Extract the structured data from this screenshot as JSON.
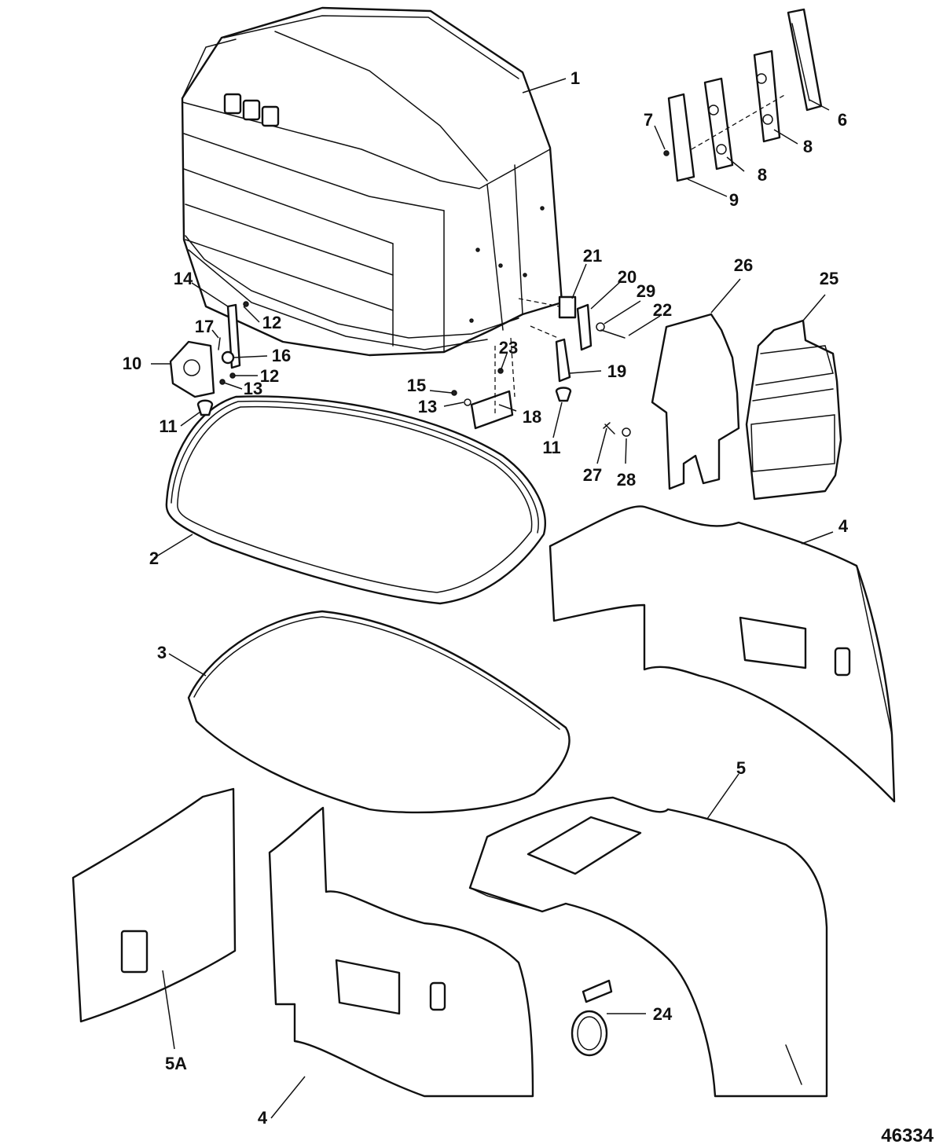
{
  "reference_number": "46334",
  "callouts": [
    {
      "id": "c1",
      "label": "1"
    },
    {
      "id": "c2",
      "label": "2"
    },
    {
      "id": "c3",
      "label": "3"
    },
    {
      "id": "c4a",
      "label": "4"
    },
    {
      "id": "c4b",
      "label": "4"
    },
    {
      "id": "c5",
      "label": "5"
    },
    {
      "id": "c5a",
      "label": "5A"
    },
    {
      "id": "c6",
      "label": "6"
    },
    {
      "id": "c7",
      "label": "7"
    },
    {
      "id": "c8a",
      "label": "8"
    },
    {
      "id": "c8b",
      "label": "8"
    },
    {
      "id": "c9",
      "label": "9"
    },
    {
      "id": "c10",
      "label": "10"
    },
    {
      "id": "c11a",
      "label": "11"
    },
    {
      "id": "c11b",
      "label": "11"
    },
    {
      "id": "c12a",
      "label": "12"
    },
    {
      "id": "c12b",
      "label": "12"
    },
    {
      "id": "c13a",
      "label": "13"
    },
    {
      "id": "c13b",
      "label": "13"
    },
    {
      "id": "c14",
      "label": "14"
    },
    {
      "id": "c15",
      "label": "15"
    },
    {
      "id": "c16",
      "label": "16"
    },
    {
      "id": "c17",
      "label": "17"
    },
    {
      "id": "c18",
      "label": "18"
    },
    {
      "id": "c19",
      "label": "19"
    },
    {
      "id": "c20",
      "label": "20"
    },
    {
      "id": "c21",
      "label": "21"
    },
    {
      "id": "c22",
      "label": "22"
    },
    {
      "id": "c23",
      "label": "23"
    },
    {
      "id": "c24",
      "label": "24"
    },
    {
      "id": "c25",
      "label": "25"
    },
    {
      "id": "c26",
      "label": "26"
    },
    {
      "id": "c27",
      "label": "27"
    },
    {
      "id": "c28",
      "label": "28"
    },
    {
      "id": "c29",
      "label": "29"
    }
  ]
}
